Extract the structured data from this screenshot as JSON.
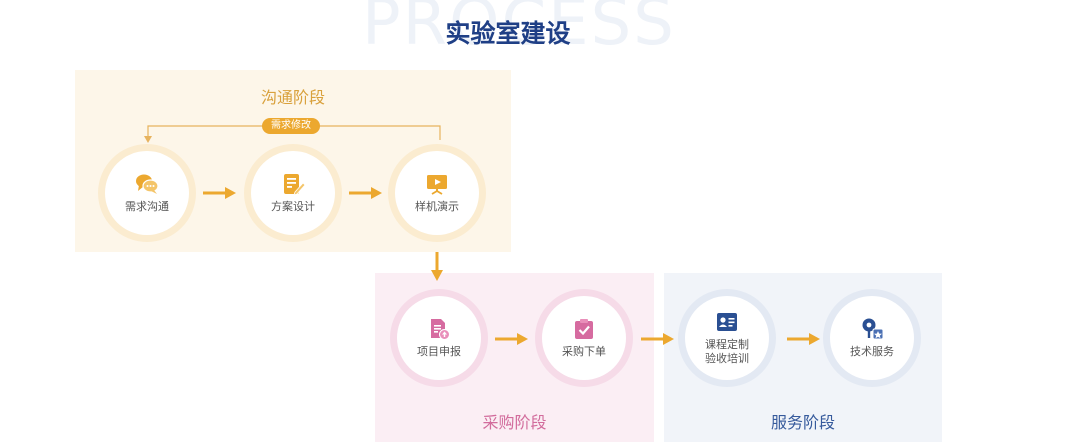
{
  "header": {
    "background_word": "PROCESS",
    "title": "实验室建设"
  },
  "stages": {
    "communication": {
      "title": "沟通阶段",
      "feedback_label": "需求修改",
      "nodes": [
        {
          "label": "需求沟通",
          "icon": "chat-bubbles-icon"
        },
        {
          "label": "方案设计",
          "icon": "document-edit-icon"
        },
        {
          "label": "样机演示",
          "icon": "presentation-screen-icon"
        }
      ]
    },
    "procurement": {
      "title": "采购阶段",
      "nodes": [
        {
          "label": "项目申报",
          "icon": "file-upload-icon"
        },
        {
          "label": "采购下单",
          "icon": "clipboard-check-icon"
        }
      ]
    },
    "service": {
      "title": "服务阶段",
      "nodes": [
        {
          "label_line1": "课程定制",
          "label_line2": "验收培训",
          "icon": "id-card-icon"
        },
        {
          "label": "技术服务",
          "icon": "tech-support-icon"
        }
      ]
    }
  },
  "colors": {
    "title": "#1f3f86",
    "orange": "#eca82f",
    "communication_bg": "#fdf6e9",
    "procurement_bg": "#fbeef4",
    "service_bg": "#f1f4f9",
    "procurement_accent": "#d26c9c",
    "service_accent": "#365a9c"
  }
}
